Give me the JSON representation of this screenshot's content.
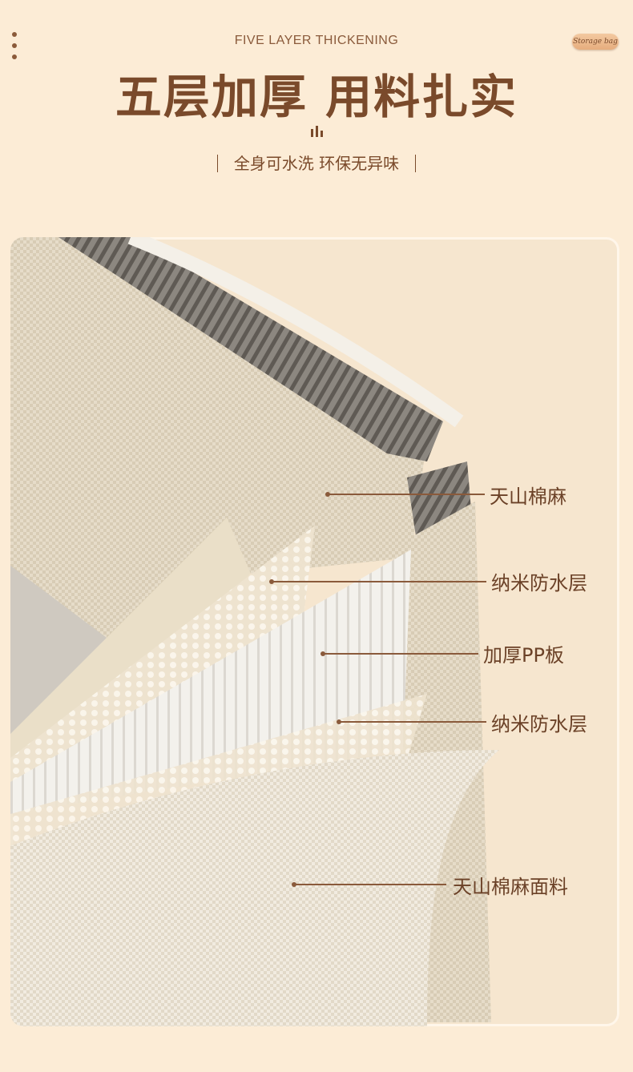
{
  "header": {
    "subtitle": "FIVE LAYER THICKENING",
    "title": "五层加厚 用料扎实",
    "tagline": "全身可水洗 环保无异味",
    "logo_text": "Storage bag"
  },
  "layers": [
    {
      "label": "天山棉麻"
    },
    {
      "label": "纳米防水层"
    },
    {
      "label": "加厚PP板"
    },
    {
      "label": "纳米防水层"
    },
    {
      "label": "天山棉麻面料"
    }
  ],
  "colors": {
    "background": "#fcecd6",
    "text_brown": "#7a4a2b",
    "fabric": "#e9e0cf",
    "pp_board": "#f4f2ee"
  }
}
